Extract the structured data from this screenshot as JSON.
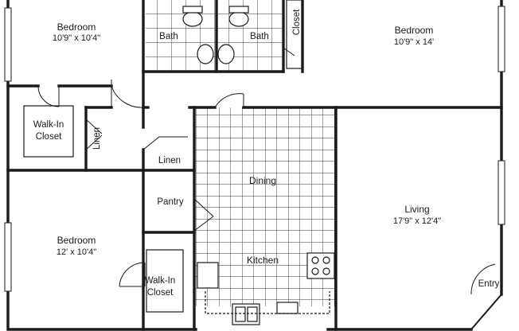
{
  "rooms": {
    "bedroom_top_left": {
      "name": "Bedroom",
      "size": "10'9\" x 10'4\""
    },
    "bath_left": {
      "name": "Bath"
    },
    "bath_right": {
      "name": "Bath"
    },
    "closet_top": {
      "name": "Closet"
    },
    "bedroom_top_right": {
      "name": "Bedroom",
      "size": "10'9\" x 14'"
    },
    "walkin_closet_top": {
      "line1": "Walk-In",
      "line2": "Closet"
    },
    "linen_vertical": {
      "name": "Linen"
    },
    "linen_horizontal": {
      "name": "Linen"
    },
    "dining": {
      "name": "Dining"
    },
    "pantry": {
      "name": "Pantry"
    },
    "living": {
      "name": "Living",
      "size": "17'9\" x 12'4\""
    },
    "bedroom_bottom_left": {
      "name": "Bedroom",
      "size": "12' x 10'4\""
    },
    "walkin_closet_bottom": {
      "line1": "Walk-In",
      "line2": "Closet"
    },
    "kitchen": {
      "name": "Kitchen"
    },
    "entry": {
      "name": "Entry"
    }
  },
  "colors": {
    "wall": "#1a1a1a",
    "background": "#ffffff"
  }
}
